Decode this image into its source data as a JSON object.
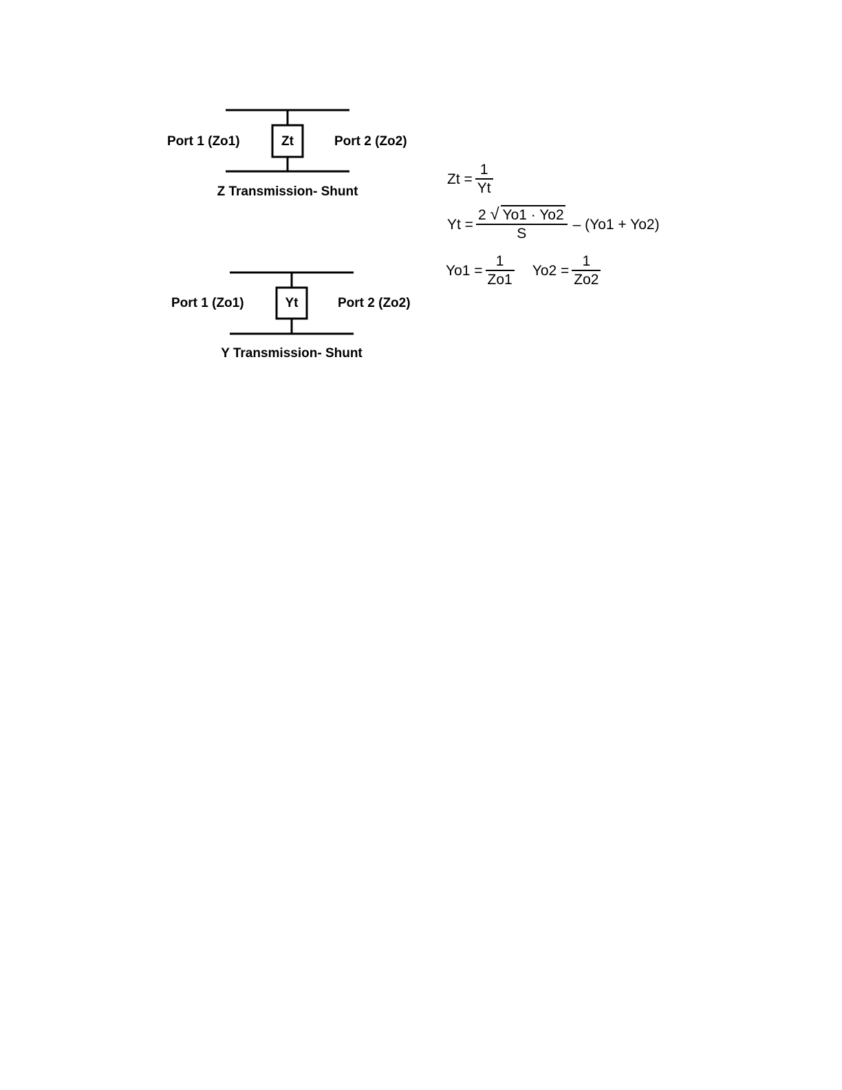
{
  "z_shunt": {
    "port1_label": "Port 1 (Zo1)",
    "port2_label": "Port 2 (Zo2)",
    "element_label": "Zt",
    "caption": "Z Transmission- Shunt"
  },
  "y_shunt": {
    "port1_label": "Port 1 (Zo1)",
    "port2_label": "Port 2 (Zo2)",
    "element_label": "Yt",
    "caption": "Y Transmission- Shunt"
  },
  "equations": {
    "eq1": {
      "lhs": "Zt =",
      "num": "1",
      "den": "Yt"
    },
    "eq2": {
      "lhs": "Yt =",
      "num_coef": "2",
      "radicand": "Yo1 · Yo2",
      "den": "S",
      "tail": "– (Yo1 + Yo2)"
    },
    "eq3": {
      "lhs_a": "Yo1 =",
      "num_a": "1",
      "den_a": "Zo1",
      "lhs_b": "Yo2 =",
      "num_b": "1",
      "den_b": "Zo2"
    }
  }
}
